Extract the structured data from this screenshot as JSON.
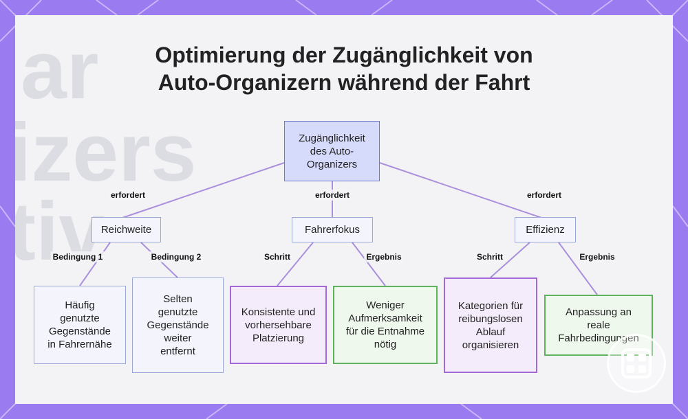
{
  "title": {
    "line1": "Optimierung der Zugänglichkeit von",
    "line2": "Auto-Organizern während der Fahrt"
  },
  "nodes": {
    "root": "Zugänglichkeit des Auto-Organizers",
    "reichweite": "Reichweite",
    "fahrerfokus": "Fahrerfokus",
    "effizienz": "Effizienz",
    "haeufig": "Häufig genutzte Gegenstände in Fahrernähe",
    "selten": "Selten genutzte Gegenstände weiter entfernt",
    "konsistente": "Konsistente und vorhersehbare Platzierung",
    "weniger": "Weniger Aufmerksamkeit für die Entnahme nötig",
    "kategorien": "Kategorien für reibungslosen Ablauf organisieren",
    "anpassung": "Anpassung an reale Fahrbedingungen"
  },
  "edge_labels": {
    "root_reichweite": "erfordert",
    "root_fahrerfokus": "erfordert",
    "root_effizienz": "erfordert",
    "reichweite_haeufig": "Bedingung 1",
    "reichweite_selten": "Bedingung 2",
    "fahrerfokus_konsistente": "Schritt",
    "fahrerfokus_weniger": "Ergebnis",
    "effizienz_kategorien": "Schritt",
    "effizienz_anpassung": "Ergebnis"
  },
  "colors": {
    "frame": "#9b7bf0",
    "edge": "#a98fdc",
    "root_fill": "#d7dbfb",
    "step_border": "#a467d6",
    "result_border": "#5fb25c"
  }
}
